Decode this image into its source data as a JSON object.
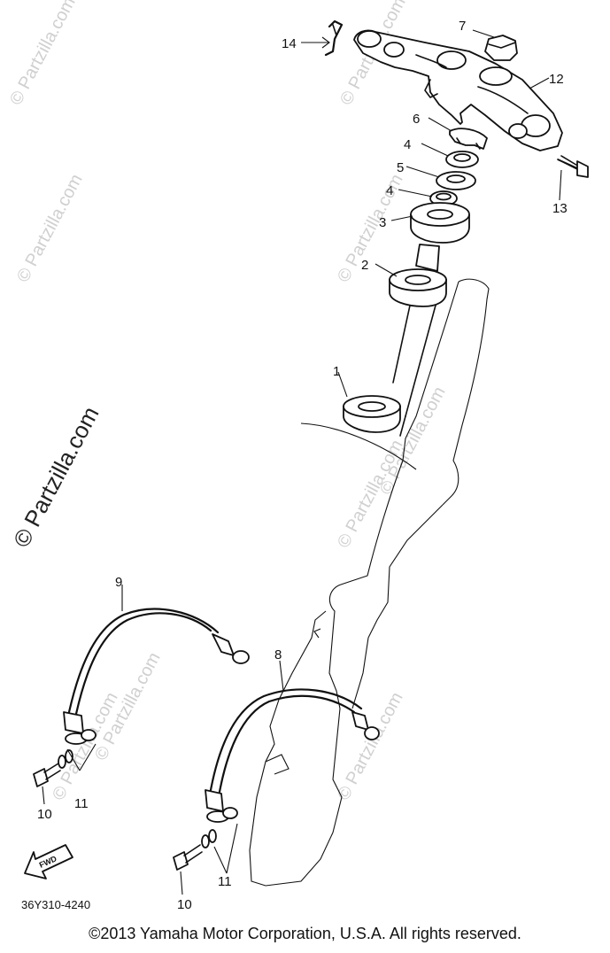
{
  "callouts": {
    "c1": "1",
    "c2": "2",
    "c3": "3",
    "c4a": "4",
    "c4b": "4",
    "c5": "5",
    "c6": "6",
    "c7": "7",
    "c8": "8",
    "c9": "9",
    "c10a": "10",
    "c10b": "10",
    "c11a": "11",
    "c11b": "11",
    "c12": "12",
    "c13": "13",
    "c14": "14"
  },
  "fwd_label": "FWD",
  "diagram_code": "36Y310-4240",
  "watermarks": [
    "© Partzilla.com",
    "© Partzilla.com",
    "© Partzilla.com",
    "© Partzilla.com",
    "© Partzilla.com",
    "© Partzilla.com",
    "© Partzilla.com",
    "© Partzilla.com",
    "© Partzilla.com",
    "© Partzilla.com"
  ],
  "watermark_main": "© Partzilla.com",
  "copyright": "©2013  Yamaha Motor Corporation, U.S.A. All rights reserved."
}
